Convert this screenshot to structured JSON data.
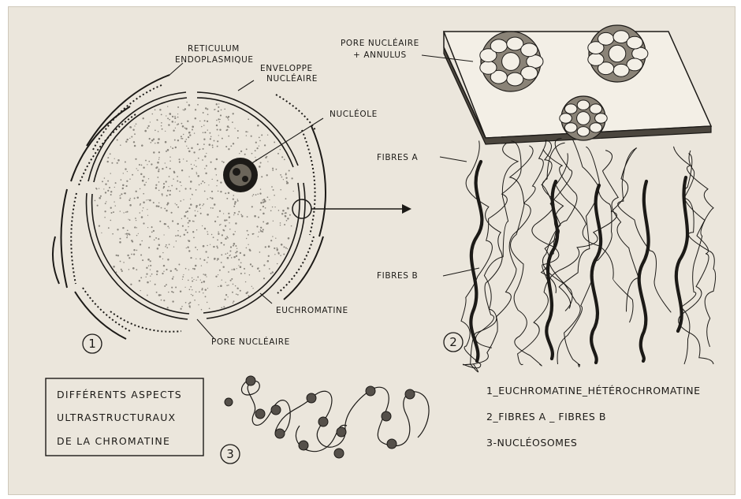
{
  "panel1": {
    "number": "1",
    "labels": {
      "reticulum_1": "Reticulum",
      "reticulum_2": "endoplasmique",
      "enveloppe_1": "enveloppe",
      "enveloppe_2": "nucléaire",
      "nucleole": "nucléole",
      "euchromatine": "euchromatine",
      "pore": "pore nucléaire"
    }
  },
  "panel2": {
    "number": "2",
    "labels": {
      "pore_1": "pore nucléaire",
      "pore_2": "+ annulus",
      "fibres_a": "fibres A",
      "fibres_b": "fibres B"
    }
  },
  "panel3": {
    "number": "3"
  },
  "caption": {
    "line1": "Différents aspects",
    "line2": "ultrastructuraux",
    "line3": "de la chromatine"
  },
  "legend": {
    "item1": "1_euchromatine_hétérochromatine",
    "item2": "2_fibres A _ fibres B",
    "item3": "3-nucléosomes"
  },
  "colors": {
    "ink": "#1c1a17",
    "paper": "#ebe6dc"
  }
}
